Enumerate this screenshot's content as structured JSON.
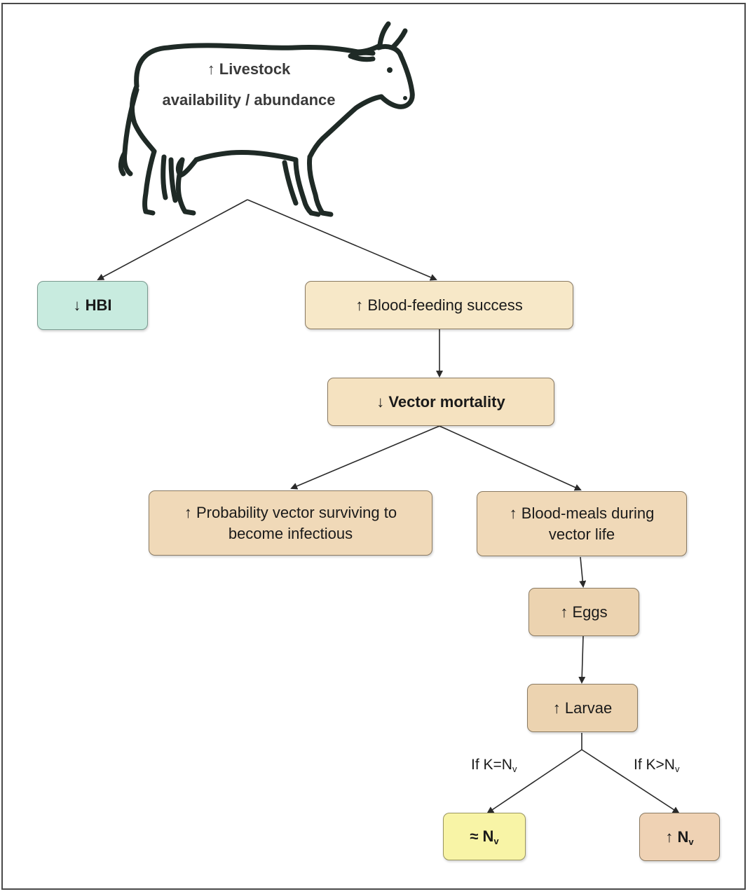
{
  "cow": {
    "line1": "↑ Livestock",
    "line2": "availability / abundance"
  },
  "nodes": {
    "hbi": "↓ HBI",
    "blood_feeding": "↑ Blood-feeding success",
    "vector_mortality": "↓ Vector mortality",
    "probability_line1": "↑ Probability vector surviving to",
    "probability_line2": "become infectious",
    "blood_meals_line1": "↑ Blood-meals during",
    "blood_meals_line2": "vector life",
    "eggs": "↑ Eggs",
    "larvae": "↑ Larvae",
    "approx_nv_prefix": "≈ N",
    "increase_nv_prefix": "↑ N",
    "nv_subscript": "v"
  },
  "edge_labels": {
    "if_equal_prefix": "If K=N",
    "if_greater_prefix": "If K>N",
    "subscript": "v"
  },
  "colors": {
    "teal_box": "#c8ebdf",
    "cream_box": "#f7e8c8",
    "yellow_box": "#f8f4a6",
    "peach_box": "#efd2b4",
    "line": "#2a2a2a"
  }
}
